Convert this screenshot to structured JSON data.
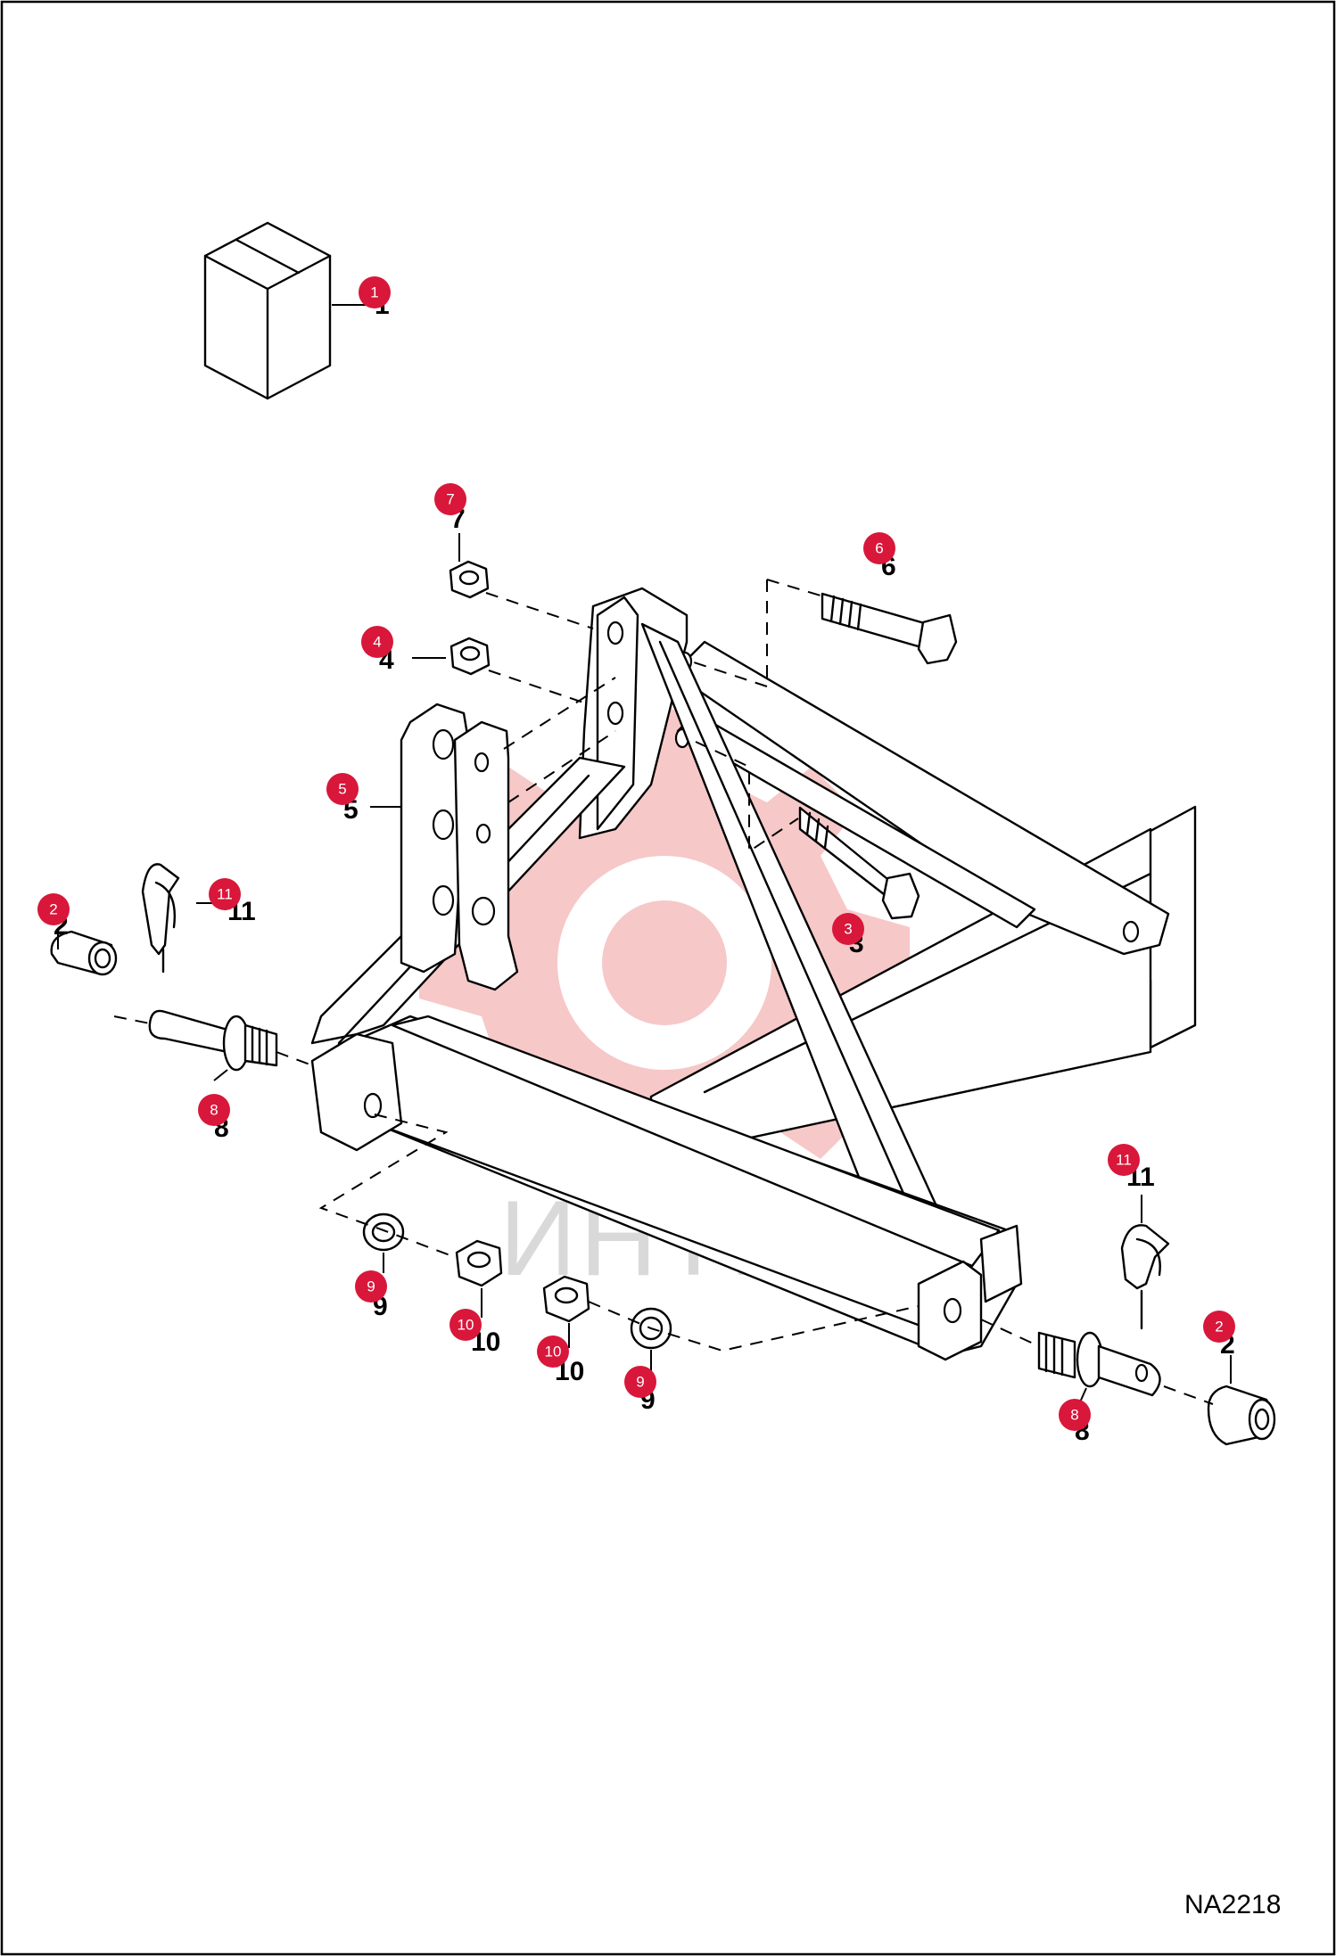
{
  "drawing_code": "NA2218",
  "watermark": {
    "text": "ИНТЕХ",
    "gear_color": "#f4b6b6"
  },
  "badge_color": "#d8173a",
  "callouts": [
    {
      "id": "c1",
      "part": "1",
      "badge": "1"
    },
    {
      "id": "c2a",
      "part": "2",
      "badge": "2"
    },
    {
      "id": "c2b",
      "part": "2",
      "badge": "2"
    },
    {
      "id": "c3",
      "part": "3",
      "badge": "3"
    },
    {
      "id": "c4",
      "part": "4",
      "badge": "4"
    },
    {
      "id": "c5",
      "part": "5",
      "badge": "5"
    },
    {
      "id": "c6",
      "part": "6",
      "badge": "6"
    },
    {
      "id": "c7",
      "part": "7",
      "badge": "7"
    },
    {
      "id": "c8a",
      "part": "8",
      "badge": "8"
    },
    {
      "id": "c8b",
      "part": "8",
      "badge": "8"
    },
    {
      "id": "c9a",
      "part": "9",
      "badge": "9"
    },
    {
      "id": "c9b",
      "part": "9",
      "badge": "9"
    },
    {
      "id": "c10a",
      "part": "10",
      "badge": "10"
    },
    {
      "id": "c10b",
      "part": "10",
      "badge": "10"
    },
    {
      "id": "c11a",
      "part": "11",
      "badge": "11"
    },
    {
      "id": "c11b",
      "part": "11",
      "badge": "11"
    }
  ]
}
